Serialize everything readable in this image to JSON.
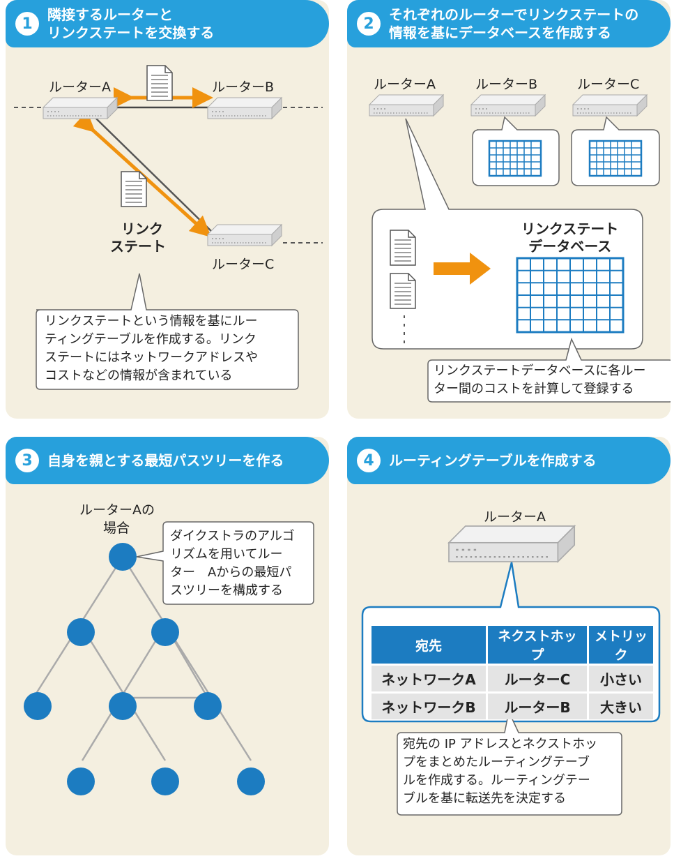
{
  "panel1": {
    "number": "1",
    "title_lines": [
      "隣接するルーターと",
      "リンクステートを交換する"
    ],
    "router_a": "ルーターA",
    "router_b": "ルーターB",
    "router_c": "ルーターC",
    "link_state_lines": [
      "リンク",
      "ステート"
    ],
    "callout_lines": [
      "リンクステートという情報を基にルー",
      "ティングテーブルを作成する。リンク",
      "ステートにはネットワークアドレスや",
      "コストなどの情報が含まれている"
    ]
  },
  "panel2": {
    "number": "2",
    "title_lines": [
      "それぞれのルーターでリンクステートの",
      "情報を基にデータベースを作成する"
    ],
    "router_a": "ルーターA",
    "router_b": "ルーターB",
    "router_c": "ルーターC",
    "db_label_lines": [
      "リンクステート",
      "データベース"
    ],
    "callout_lines": [
      "リンクステートデータベースに各ルー",
      "ター間のコストを計算して登録する"
    ]
  },
  "panel3": {
    "number": "3",
    "title": "自身を親とする最短パスツリーを作る",
    "case_lines": [
      "ルーターAの",
      "場合"
    ],
    "callout_lines": [
      "ダイクストラのアルゴ",
      "リズムを用いてルー",
      "ター　Aからの最短パ",
      "スツリーを構成する"
    ]
  },
  "panel4": {
    "number": "4",
    "title": "ルーティングテーブルを作成する",
    "router": "ルーターA",
    "table": {
      "headers": [
        "宛先",
        "ネクストホップ",
        "メトリック"
      ],
      "rows": [
        [
          "ネットワークA",
          "ルーターC",
          "小さい"
        ],
        [
          "ネットワークB",
          "ルーターB",
          "大きい"
        ]
      ]
    },
    "callout_lines": [
      "宛先の IP アドレスとネクストホッ",
      "プをまとめたルーティングテーブ",
      "ルを作成する。ルーティングテー",
      "ブルを基に転送先を決定する"
    ]
  },
  "colors": {
    "header_blue": "#27a0dc",
    "panel_bg": "#f4efe0",
    "arrow_orange": "#f0920f",
    "node_blue": "#1c7cc1",
    "table_header": "#1c7cc1"
  }
}
